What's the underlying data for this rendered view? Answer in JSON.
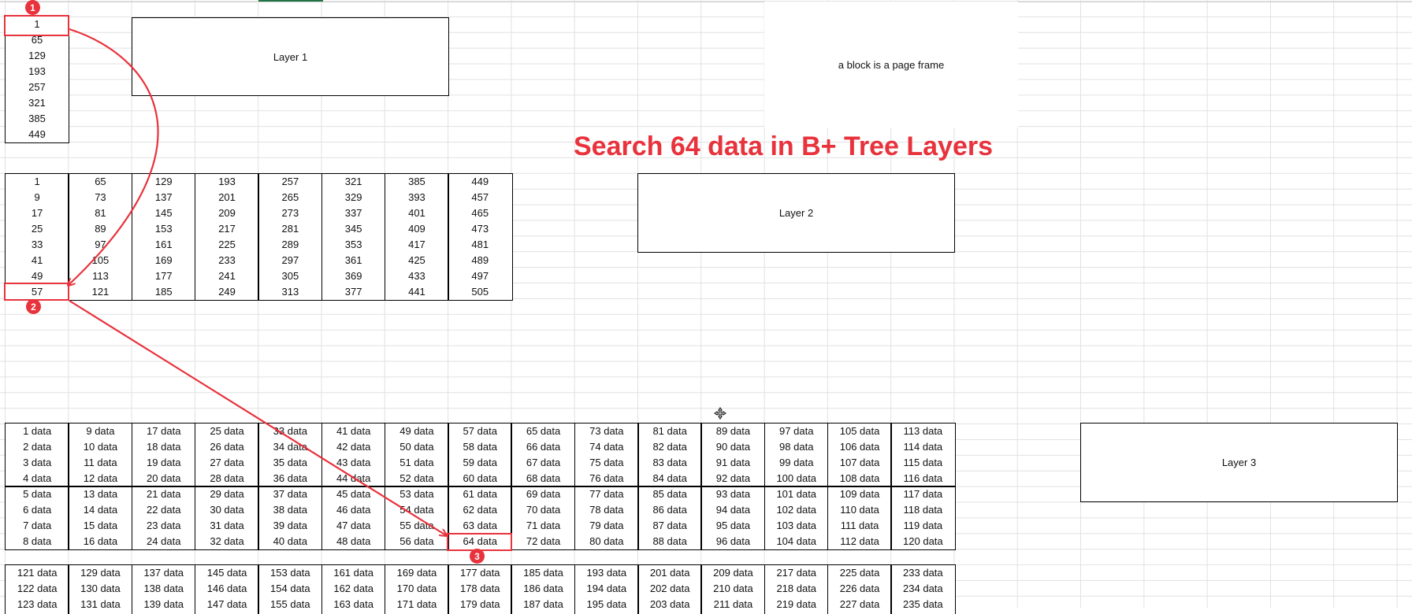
{
  "title": "Search 64 data in B+ Tree Layers",
  "note": "a block is a page frame",
  "layers": {
    "layer1": "Layer 1",
    "layer2": "Layer 2",
    "layer3": "Layer 3"
  },
  "badges": [
    "1",
    "2",
    "3"
  ],
  "colors": {
    "accent": "#e8323c",
    "excel_green": "#217346",
    "grid": "#e1e1e1"
  },
  "layer1_keys": [
    "1",
    "65",
    "129",
    "193",
    "257",
    "321",
    "385",
    "449"
  ],
  "layer2_rows": [
    [
      "1",
      "65",
      "129",
      "193",
      "257",
      "321",
      "385",
      "449"
    ],
    [
      "9",
      "73",
      "137",
      "201",
      "265",
      "329",
      "393",
      "457"
    ],
    [
      "17",
      "81",
      "145",
      "209",
      "273",
      "337",
      "401",
      "465"
    ],
    [
      "25",
      "89",
      "153",
      "217",
      "281",
      "345",
      "409",
      "473"
    ],
    [
      "33",
      "97",
      "161",
      "225",
      "289",
      "353",
      "417",
      "481"
    ],
    [
      "41",
      "105",
      "169",
      "233",
      "297",
      "361",
      "425",
      "489"
    ],
    [
      "49",
      "113",
      "177",
      "241",
      "305",
      "369",
      "433",
      "497"
    ],
    [
      "57",
      "121",
      "185",
      "249",
      "313",
      "377",
      "441",
      "505"
    ]
  ],
  "layer3_rows": [
    [
      "1 data",
      "9 data",
      "17 data",
      "25 data",
      "33 data",
      "41 data",
      "49 data",
      "57 data",
      "65 data",
      "73 data",
      "81 data",
      "89 data",
      "97 data",
      "105 data",
      "113 data"
    ],
    [
      "2 data",
      "10 data",
      "18 data",
      "26 data",
      "34 data",
      "42 data",
      "50 data",
      "58 data",
      "66 data",
      "74 data",
      "82 data",
      "90 data",
      "98 data",
      "106 data",
      "114 data"
    ],
    [
      "3 data",
      "11 data",
      "19 data",
      "27 data",
      "35 data",
      "43 data",
      "51 data",
      "59 data",
      "67 data",
      "75 data",
      "83 data",
      "91 data",
      "99 data",
      "107 data",
      "115 data"
    ],
    [
      "4 data",
      "12 data",
      "20 data",
      "28 data",
      "36 data",
      "44 data",
      "52 data",
      "60 data",
      "68 data",
      "76 data",
      "84 data",
      "92 data",
      "100 data",
      "108 data",
      "116 data"
    ],
    [
      "5 data",
      "13 data",
      "21 data",
      "29 data",
      "37 data",
      "45 data",
      "53 data",
      "61 data",
      "69 data",
      "77 data",
      "85 data",
      "93 data",
      "101 data",
      "109 data",
      "117 data"
    ],
    [
      "6 data",
      "14 data",
      "22 data",
      "30 data",
      "38 data",
      "46 data",
      "54 data",
      "62 data",
      "70 data",
      "78 data",
      "86 data",
      "94 data",
      "102 data",
      "110 data",
      "118 data"
    ],
    [
      "7 data",
      "15 data",
      "23 data",
      "31 data",
      "39 data",
      "47 data",
      "55 data",
      "63 data",
      "71 data",
      "79 data",
      "87 data",
      "95 data",
      "103 data",
      "111 data",
      "119 data"
    ],
    [
      "8 data",
      "16 data",
      "24 data",
      "32 data",
      "40 data",
      "48 data",
      "56 data",
      "64 data",
      "72 data",
      "80 data",
      "88 data",
      "96 data",
      "104 data",
      "112 data",
      "120 data"
    ]
  ],
  "layer3b_rows": [
    [
      "121 data",
      "129 data",
      "137 data",
      "145 data",
      "153 data",
      "161 data",
      "169 data",
      "177 data",
      "185 data",
      "193 data",
      "201 data",
      "209 data",
      "217 data",
      "225 data",
      "233 data"
    ],
    [
      "122 data",
      "130 data",
      "138 data",
      "146 data",
      "154 data",
      "162 data",
      "170 data",
      "178 data",
      "186 data",
      "194 data",
      "202 data",
      "210 data",
      "218 data",
      "226 data",
      "234 data"
    ],
    [
      "123 data",
      "131 data",
      "139 data",
      "147 data",
      "155 data",
      "163 data",
      "171 data",
      "179 data",
      "187 data",
      "195 data",
      "203 data",
      "211 data",
      "219 data",
      "227 data",
      "235 data"
    ]
  ]
}
